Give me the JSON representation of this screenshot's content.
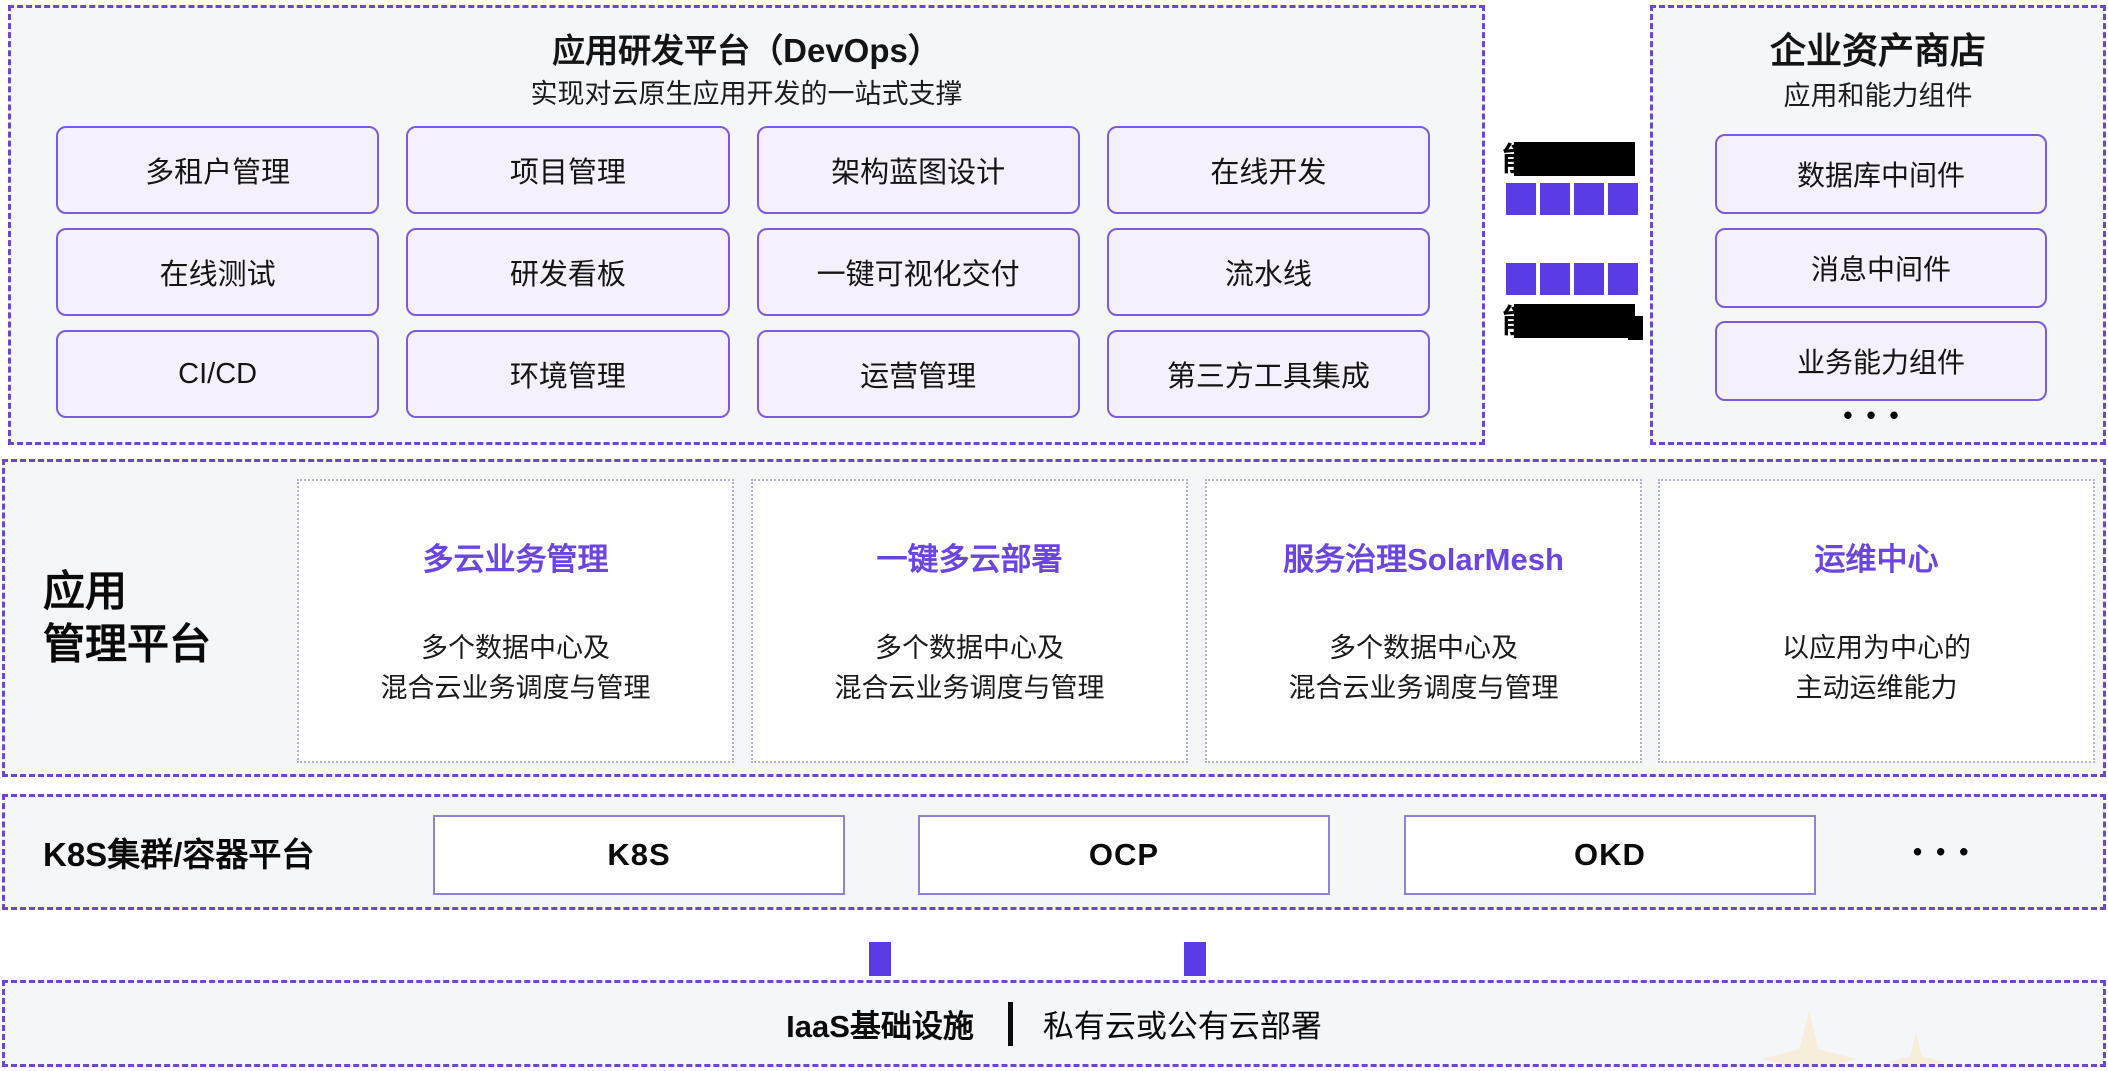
{
  "devops_panel": {
    "title": "应用研发平台（DevOps）",
    "subtitle": "实现对云原生应用开发的一站式支撑",
    "buttons": [
      "多租户管理",
      "项目管理",
      "架构蓝图设计",
      "在线开发",
      "在线测试",
      "研发看板",
      "一键可视化交付",
      "流水线",
      "CI/CD",
      "环境管理",
      "运营管理",
      "第三方工具集成"
    ]
  },
  "connector": {
    "visible_char_top": "能",
    "visible_char_bottom": "能",
    "squares_per_row": 4
  },
  "asset_panel": {
    "title": "企业资产商店",
    "subtitle": "应用和能力组件",
    "items": [
      "数据库中间件",
      "消息中间件",
      "业务能力组件"
    ],
    "more": "•••"
  },
  "mgmt_band": {
    "label_line1": "应用",
    "label_line2": "管理平台",
    "cards": [
      {
        "title": "多云业务管理",
        "desc_line1": "多个数据中心及",
        "desc_line2": "混合云业务调度与管理"
      },
      {
        "title": "一键多云部署",
        "desc_line1": "多个数据中心及",
        "desc_line2": "混合云业务调度与管理"
      },
      {
        "title": "服务治理SolarMesh",
        "desc_line1": "多个数据中心及",
        "desc_line2": "混合云业务调度与管理"
      },
      {
        "title": "运维中心",
        "desc_line1": "以应用为中心的",
        "desc_line2": "主动运维能力"
      }
    ]
  },
  "k8s_band": {
    "label": "K8S集群/容器平台",
    "boxes": [
      "K8S",
      "OCP",
      "OKD"
    ],
    "more": "•••"
  },
  "iaas_band": {
    "label": "IaaS基础设施",
    "desc": "私有云或公有云部署"
  },
  "colors": {
    "dashed_border": "#6b46cf",
    "button_border": "#7b5be0",
    "button_fill": "#f4f1fc",
    "panel_bg": "#f5f6f8",
    "accent_square": "#5b3be6",
    "card_title": "#6b45e0",
    "card_dotted_border": "#b3abe6",
    "kbox_border": "#9083d6",
    "watermark": "#f6eedb"
  }
}
